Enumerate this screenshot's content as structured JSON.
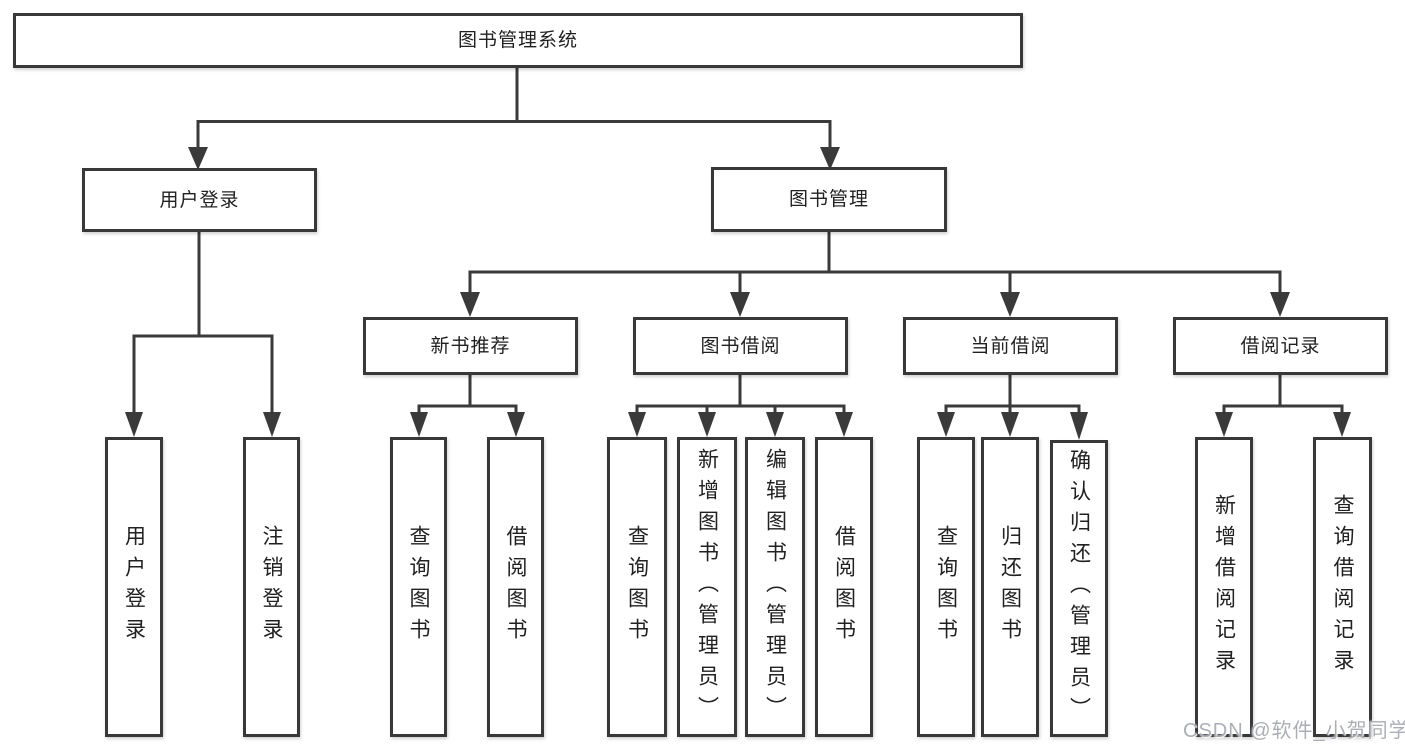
{
  "diagram": {
    "title": "图书管理系统",
    "type": "functional-structure-tree",
    "root": "图书管理系统",
    "branches": {
      "user_login": {
        "label": "用户登录",
        "children": [
          "用户登录",
          "注销登录"
        ]
      },
      "book_mgmt": {
        "label": "图书管理",
        "groups": [
          {
            "label": "新书推荐",
            "children": [
              "查询图书",
              "借阅图书"
            ]
          },
          {
            "label": "图书借阅",
            "children": [
              "查询图书",
              "新增图书（管理员）",
              "编辑图书（管理员）",
              "借阅图书"
            ]
          },
          {
            "label": "当前借阅",
            "children": [
              "查询图书",
              "归还图书",
              "确认归还（管理员）"
            ]
          },
          {
            "label": "借阅记录",
            "children": [
              "新增借阅记录",
              "查询借阅记录"
            ]
          }
        ]
      }
    }
  },
  "watermark": {
    "text": "CSDN @软件_小贺同学"
  },
  "colors": {
    "background": "#ffffff",
    "box_border": "#383838",
    "connector_line": "#3a3a3a",
    "text": "#212121",
    "watermark_text": "#a6abb1"
  }
}
